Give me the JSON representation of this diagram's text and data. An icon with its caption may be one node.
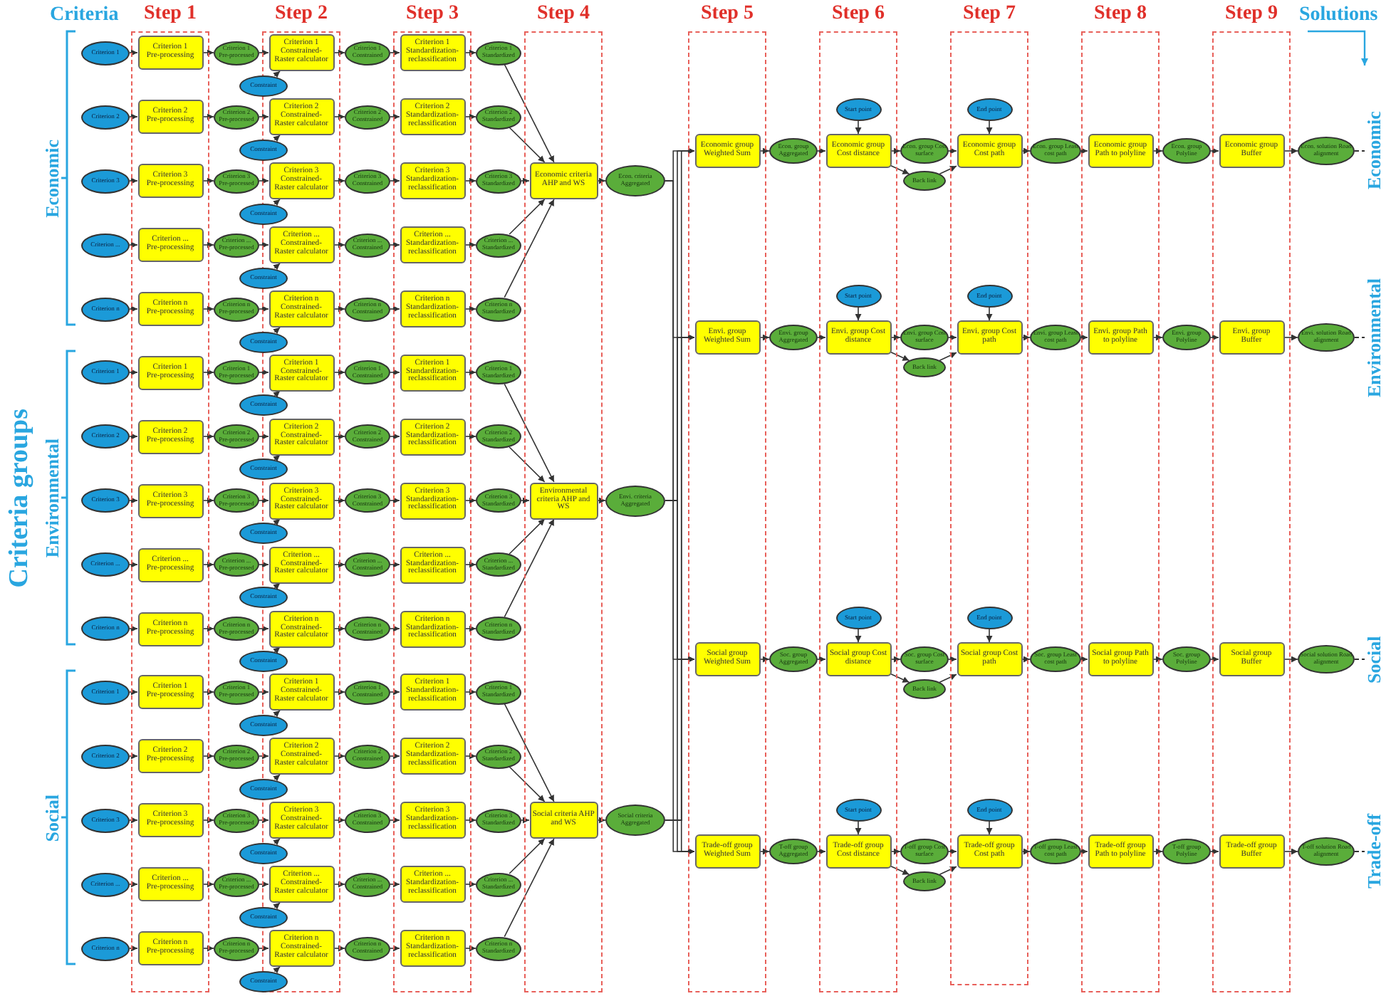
{
  "diagram": {
    "nodes": [
      {
        "text": [
          "Step 1"
        ]
      },
      {
        "text": [
          "Step 2"
        ]
      },
      {
        "text": [
          "Step 3"
        ]
      },
      {
        "text": [
          "Step 4"
        ]
      },
      {
        "text": [
          "Step 5"
        ]
      },
      {
        "text": [
          "Step 6"
        ]
      },
      {
        "text": [
          "Step 7"
        ]
      },
      {
        "text": [
          "Step 8"
        ]
      },
      {
        "text": [
          "Step 9"
        ]
      },
      {
        "text": [
          "Criterion 1"
        ]
      },
      {
        "text": [
          "Criterion 1 Pre-processing"
        ],
        "in": 0
      },
      {
        "text": [
          "Criterion 1 Pre-processed"
        ]
      },
      {
        "text": [
          "Constraint"
        ]
      },
      {
        "text": [
          "Criterion 1 Constrained- Raster calculator"
        ],
        "in": 1
      },
      {
        "text": [
          "Criterion 1 Constrained"
        ]
      },
      {
        "text": [
          "Criterion 1 Standardization- reclassification"
        ],
        "in": 2
      },
      {
        "text": [
          "Criterion 1 Standardized"
        ]
      },
      {
        "text": [
          "Criterion 2"
        ]
      },
      {
        "text": [
          "Criterion 2 Pre-processing"
        ],
        "in": 0
      },
      {
        "text": [
          "Criterion 2 Pre-processed"
        ]
      },
      {
        "text": [
          "Constraint"
        ]
      },
      {
        "text": [
          "Criterion 2 Constrained- Raster calculator"
        ],
        "in": 1
      },
      {
        "text": [
          "Criterion 2 Constrained"
        ]
      },
      {
        "text": [
          "Criterion 2 Standardization- reclassification"
        ],
        "in": 2
      },
      {
        "text": [
          "Criterion 2 Standardized"
        ]
      },
      {
        "text": [
          "Criterion 3"
        ]
      },
      {
        "text": [
          "Criterion 3 Pre-processing"
        ],
        "in": 0
      },
      {
        "text": [
          "Criterion 3 Pre-processed"
        ]
      },
      {
        "text": [
          "Constraint"
        ]
      },
      {
        "text": [
          "Criterion 3 Constrained- Raster calculator"
        ],
        "in": 1
      },
      {
        "text": [
          "Criterion 3 Constrained"
        ]
      },
      {
        "text": [
          "Criterion 3 Standardization- reclassification"
        ],
        "in": 2
      },
      {
        "text": [
          "Criterion 3 Standardized"
        ]
      },
      {
        "text": [
          "Criterion ..."
        ]
      },
      {
        "text": [
          "Criterion ... Pre-processing"
        ],
        "in": 0
      },
      {
        "text": [
          "Criterion ... Pre-processed"
        ]
      },
      {
        "text": [
          "Constraint"
        ]
      },
      {
        "text": [
          "Criterion ... Constrained- Raster calculator"
        ],
        "in": 1
      },
      {
        "text": [
          "Criterion ... Constrained"
        ]
      },
      {
        "text": [
          "Criterion ... Standardization- reclassification"
        ],
        "in": 2
      },
      {
        "text": [
          "Criterion ... Standardized"
        ]
      },
      {
        "text": [
          "Criterion n"
        ]
      },
      {
        "text": [
          "Criterion n Pre-processing"
        ],
        "in": 0
      },
      {
        "text": [
          "Criterion n Pre-processed"
        ]
      },
      {
        "text": [
          "Constraint"
        ]
      },
      {
        "text": [
          "Criterion n Constrained- Raster calculator"
        ],
        "in": 1
      },
      {
        "text": [
          "Criterion n Constrained"
        ]
      },
      {
        "text": [
          "Criterion n Standardization- reclassification"
        ],
        "in": 2
      },
      {
        "text": [
          "Criterion n Standardized"
        ]
      },
      {
        "text": [
          "Economic criteria AHP and WS"
        ],
        "in": 3
      },
      {
        "text": [
          "Econ. criteria Aggregated"
        ]
      },
      {
        "text": [
          "Criterion 1"
        ]
      },
      {
        "text": [
          "Criterion 1 Pre-processing"
        ],
        "in": 0
      },
      {
        "text": [
          "Criterion 1 Pre-processed"
        ]
      },
      {
        "text": [
          "Constraint"
        ]
      },
      {
        "text": [
          "Criterion 1 Constrained- Raster calculator"
        ],
        "in": 1
      },
      {
        "text": [
          "Criterion 1 Constrained"
        ]
      },
      {
        "text": [
          "Criterion 1 Standardization- reclassification"
        ],
        "in": 2
      },
      {
        "text": [
          "Criterion 1 Standardized"
        ]
      },
      {
        "text": [
          "Criterion 2"
        ]
      },
      {
        "text": [
          "Criterion 2 Pre-processing"
        ],
        "in": 0
      },
      {
        "text": [
          "Criterion 2 Pre-processed"
        ]
      },
      {
        "text": [
          "Constraint"
        ]
      },
      {
        "text": [
          "Criterion 2 Constrained- Raster calculator"
        ],
        "in": 1
      },
      {
        "text": [
          "Criterion 2 Constrained"
        ]
      },
      {
        "text": [
          "Criterion 2 Standardization- reclassification"
        ],
        "in": 2
      },
      {
        "text": [
          "Criterion 2 Standardized"
        ]
      },
      {
        "text": [
          "Criterion 3"
        ]
      },
      {
        "text": [
          "Criterion 3 Pre-processing"
        ],
        "in": 0
      },
      {
        "text": [
          "Criterion 3 Pre-processed"
        ]
      },
      {
        "text": [
          "Constraint"
        ]
      },
      {
        "text": [
          "Criterion 3 Constrained- Raster calculator"
        ],
        "in": 1
      },
      {
        "text": [
          "Criterion 3 Constrained"
        ]
      },
      {
        "text": [
          "Criterion 3 Standardization- reclassification"
        ],
        "in": 2
      },
      {
        "text": [
          "Criterion 3 Standardized"
        ]
      },
      {
        "text": [
          "Criterion ..."
        ]
      },
      {
        "text": [
          "Criterion ... Pre-processing"
        ],
        "in": 0
      },
      {
        "text": [
          "Criterion ... Pre-processed"
        ]
      },
      {
        "text": [
          "Constraint"
        ]
      },
      {
        "text": [
          "Criterion ... Constrained- Raster calculator"
        ],
        "in": 1
      },
      {
        "text": [
          "Criterion ... Constrained"
        ]
      },
      {
        "text": [
          "Criterion ... Standardization- reclassification"
        ],
        "in": 2
      },
      {
        "text": [
          "Criterion ... Standardized"
        ]
      },
      {
        "text": [
          "Criterion n"
        ]
      },
      {
        "text": [
          "Criterion n Pre-processing"
        ],
        "in": 0
      },
      {
        "text": [
          "Criterion n Pre-processed"
        ]
      },
      {
        "text": [
          "Constraint"
        ]
      },
      {
        "text": [
          "Criterion n Constrained- Raster calculator"
        ],
        "in": 1
      },
      {
        "text": [
          "Criterion n Constrained"
        ]
      },
      {
        "text": [
          "Criterion n Standardization- reclassification"
        ],
        "in": 2
      },
      {
        "text": [
          "Criterion n Standardized"
        ]
      },
      {
        "text": [
          "Environmental criteria AHP and WS"
        ],
        "in": 3
      },
      {
        "text": [
          "Envi. criteria Aggregated"
        ]
      },
      {
        "text": [
          "Criterion 1"
        ]
      },
      {
        "text": [
          "Criterion 1 Pre-processing"
        ],
        "in": 0
      },
      {
        "text": [
          "Criterion 1 Pre-processed"
        ]
      },
      {
        "text": [
          "Constraint"
        ]
      },
      {
        "text": [
          "Criterion 1 Constrained- Raster calculator"
        ],
        "in": 1
      },
      {
        "text": [
          "Criterion 1 Constrained"
        ]
      },
      {
        "text": [
          "Criterion 1 Standardization- reclassification"
        ],
        "in": 2
      },
      {
        "text": [
          "Criterion 1 Standardized"
        ]
      },
      {
        "text": [
          "Criterion 2"
        ]
      },
      {
        "text": [
          "Criterion 2 Pre-processing"
        ],
        "in": 0
      },
      {
        "text": [
          "Criterion 2 Pre-processed"
        ]
      },
      {
        "text": [
          "Constraint"
        ]
      },
      {
        "text": [
          "Criterion 2 Constrained- Raster calculator"
        ],
        "in": 1
      },
      {
        "text": [
          "Criterion 2 Constrained"
        ]
      },
      {
        "text": [
          "Criterion 2 Standardization- reclassification"
        ],
        "in": 2
      },
      {
        "text": [
          "Criterion 2 Standardized"
        ]
      },
      {
        "text": [
          "Criterion 3"
        ]
      },
      {
        "text": [
          "Criterion 3 Pre-processing"
        ],
        "in": 0
      },
      {
        "text": [
          "Criterion 3 Pre-processed"
        ]
      },
      {
        "text": [
          "Constraint"
        ]
      },
      {
        "text": [
          "Criterion 3 Constrained- Raster calculator"
        ],
        "in": 1
      },
      {
        "text": [
          "Criterion 3 Constrained"
        ]
      },
      {
        "text": [
          "Criterion 3 Standardization- reclassification"
        ],
        "in": 2
      },
      {
        "text": [
          "Criterion 3 Standardized"
        ]
      },
      {
        "text": [
          "Criterion ..."
        ]
      },
      {
        "text": [
          "Criterion ... Pre-processing"
        ],
        "in": 0
      },
      {
        "text": [
          "Criterion ... Pre-processed"
        ]
      },
      {
        "text": [
          "Constraint"
        ]
      },
      {
        "text": [
          "Criterion ... Constrained- Raster calculator"
        ],
        "in": 1
      },
      {
        "text": [
          "Criterion ... Constrained"
        ]
      },
      {
        "text": [
          "Criterion ... Standardization- reclassification"
        ],
        "in": 2
      },
      {
        "text": [
          "Criterion ... Standardized"
        ]
      },
      {
        "text": [
          "Criterion n"
        ]
      },
      {
        "text": [
          "Criterion n Pre-processing"
        ],
        "in": 0
      },
      {
        "text": [
          "Criterion n Pre-processed"
        ]
      },
      {
        "text": [
          "Constraint"
        ]
      },
      {
        "text": [
          "Criterion n Constrained- Raster calculator"
        ],
        "in": 1
      },
      {
        "text": [
          "Criterion n Constrained"
        ]
      },
      {
        "text": [
          "Criterion n Standardization- reclassification"
        ],
        "in": 2
      },
      {
        "text": [
          "Criterion n Standardized"
        ]
      },
      {
        "text": [
          "Social criteria AHP and WS"
        ],
        "in": 3
      },
      {
        "text": [
          "Social criteria Aggregated"
        ]
      },
      {
        "text": [
          "Economic group Weighted Sum"
        ],
        "in": 4
      },
      {
        "text": [
          "Econ. group Aggregated"
        ]
      },
      {
        "text": [
          "Start point"
        ],
        "in": 5
      },
      {
        "text": [
          "Economic group Cost distance"
        ],
        "in": 5
      },
      {
        "text": [
          "Econ. group Cost surface"
        ]
      },
      {
        "text": [
          "Back link"
        ]
      },
      {
        "text": [
          "End point"
        ],
        "in": 6
      },
      {
        "text": [
          "Economic group Cost path"
        ],
        "in": 6
      },
      {
        "text": [
          "Econ. group Least cost path"
        ]
      },
      {
        "text": [
          "Economic group Path to polyline"
        ],
        "in": 7
      },
      {
        "text": [
          "Econ. group Polyline"
        ]
      },
      {
        "text": [
          "Economic group Buffer"
        ],
        "in": 8
      },
      {
        "text": [
          "Econ. solution Road alignment"
        ]
      },
      {
        "text": [
          "Envi. group Weighted Sum"
        ],
        "in": 4
      },
      {
        "text": [
          "Envi. group Aggregated"
        ]
      },
      {
        "text": [
          "Start point"
        ],
        "in": 5
      },
      {
        "text": [
          "Envi. group Cost distance"
        ],
        "in": 5
      },
      {
        "text": [
          "Envi. group Cost surface"
        ]
      },
      {
        "text": [
          "Back link"
        ]
      },
      {
        "text": [
          "End point"
        ],
        "in": 6
      },
      {
        "text": [
          "Envi. group Cost path"
        ],
        "in": 6
      },
      {
        "text": [
          "Envi. group Least cost path"
        ]
      },
      {
        "text": [
          "Envi. group Path to polyline"
        ],
        "in": 7
      },
      {
        "text": [
          "Envi. group Polyline"
        ]
      },
      {
        "text": [
          "Envi. group Buffer"
        ],
        "in": 8
      },
      {
        "text": [
          "Envi. solution Road alignment"
        ]
      },
      {
        "text": [
          "Social group Weighted Sum"
        ],
        "in": 4
      },
      {
        "text": [
          "Soc. group Aggregated"
        ]
      },
      {
        "text": [
          "Start point"
        ],
        "in": 5
      },
      {
        "text": [
          "Social group Cost distance"
        ],
        "in": 5
      },
      {
        "text": [
          "Soc. group Cost surface"
        ]
      },
      {
        "text": [
          "Back link"
        ]
      },
      {
        "text": [
          "End point"
        ],
        "in": 6
      },
      {
        "text": [
          "Social group Cost path"
        ],
        "in": 6
      },
      {
        "text": [
          "Soc. group Least cost path"
        ]
      },
      {
        "text": [
          "Social group Path to polyline"
        ],
        "in": 7
      },
      {
        "text": [
          "Soc. group Polyline"
        ]
      },
      {
        "text": [
          "Social group Buffer"
        ],
        "in": 8
      },
      {
        "text": [
          "Social solution Road alignment"
        ]
      },
      {
        "text": [
          "Trade-off group Weighted Sum"
        ],
        "in": 4
      },
      {
        "text": [
          "T-off group Aggregated"
        ]
      },
      {
        "text": [
          "Start point"
        ],
        "in": 5
      },
      {
        "text": [
          "Trade-off group Cost distance"
        ],
        "in": 5
      },
      {
        "text": [
          "T-off group Cost surface"
        ]
      },
      {
        "text": [
          "Back link"
        ]
      },
      {
        "text": [
          "End point"
        ],
        "in": 6
      },
      {
        "text": [
          "Trade-off group Cost path"
        ],
        "in": 6
      },
      {
        "text": [
          "T-off group Least cost path"
        ]
      },
      {
        "text": [
          "Trade-off group Path to polyline"
        ],
        "in": 7
      },
      {
        "text": [
          "T-off group Polyline"
        ]
      },
      {
        "text": [
          "Trade-off group Buffer"
        ],
        "in": 8
      },
      {
        "text": [
          "T-off solution Road alignment"
        ]
      },
      {
        "text": [
          "Economic"
        ]
      },
      {
        "text": [
          "Environmental"
        ]
      },
      {
        "text": [
          "Social"
        ]
      },
      {
        "text": [
          "Trade-off"
        ]
      }
    ],
    "edges": [
      {
        "from": 9,
        "to": 10,
        "arrow": "to"
      },
      {
        "from": 10,
        "to": 11,
        "arrow": "to"
      },
      {
        "from": 11,
        "to": 13,
        "arrow": "to"
      },
      {
        "from": 12,
        "to": 13,
        "arrow": "to"
      },
      {
        "from": 13,
        "to": 14,
        "arrow": "to"
      },
      {
        "from": 14,
        "to": 15,
        "arrow": "to"
      },
      {
        "from": 15,
        "to": 16,
        "arrow": "to"
      },
      {
        "from": 16,
        "to": 49,
        "arrow": "to"
      },
      {
        "from": 17,
        "to": 18,
        "arrow": "to"
      },
      {
        "from": 18,
        "to": 19,
        "arrow": "to"
      },
      {
        "from": 19,
        "to": 21,
        "arrow": "to"
      },
      {
        "from": 20,
        "to": 21,
        "arrow": "to"
      },
      {
        "from": 21,
        "to": 22,
        "arrow": "to"
      },
      {
        "from": 22,
        "to": 23,
        "arrow": "to"
      },
      {
        "from": 23,
        "to": 24,
        "arrow": "to"
      },
      {
        "from": 24,
        "to": 49,
        "arrow": "to"
      },
      {
        "from": 25,
        "to": 26,
        "arrow": "to"
      },
      {
        "from": 26,
        "to": 27,
        "arrow": "to"
      },
      {
        "from": 27,
        "to": 29,
        "arrow": "to"
      },
      {
        "from": 28,
        "to": 29,
        "arrow": "to"
      },
      {
        "from": 29,
        "to": 30,
        "arrow": "to"
      },
      {
        "from": 30,
        "to": 31,
        "arrow": "to"
      },
      {
        "from": 31,
        "to": 32,
        "arrow": "to"
      },
      {
        "from": 32,
        "to": 49,
        "arrow": "to"
      },
      {
        "from": 33,
        "to": 34,
        "arrow": "to"
      },
      {
        "from": 34,
        "to": 35,
        "arrow": "to"
      },
      {
        "from": 35,
        "to": 37,
        "arrow": "to"
      },
      {
        "from": 36,
        "to": 37,
        "arrow": "to"
      },
      {
        "from": 37,
        "to": 38,
        "arrow": "to"
      },
      {
        "from": 38,
        "to": 39,
        "arrow": "to"
      },
      {
        "from": 39,
        "to": 40,
        "arrow": "to"
      },
      {
        "from": 40,
        "to": 49,
        "arrow": "to"
      },
      {
        "from": 41,
        "to": 42,
        "arrow": "to"
      },
      {
        "from": 42,
        "to": 43,
        "arrow": "to"
      },
      {
        "from": 43,
        "to": 45,
        "arrow": "to"
      },
      {
        "from": 44,
        "to": 45,
        "arrow": "to"
      },
      {
        "from": 45,
        "to": 46,
        "arrow": "to"
      },
      {
        "from": 46,
        "to": 47,
        "arrow": "to"
      },
      {
        "from": 47,
        "to": 48,
        "arrow": "to"
      },
      {
        "from": 48,
        "to": 49,
        "arrow": "to"
      },
      {
        "from": 49,
        "to": 50,
        "arrow": "to"
      },
      {
        "from": 51,
        "to": 52,
        "arrow": "to"
      },
      {
        "from": 52,
        "to": 53,
        "arrow": "to"
      },
      {
        "from": 53,
        "to": 55,
        "arrow": "to"
      },
      {
        "from": 54,
        "to": 55,
        "arrow": "to"
      },
      {
        "from": 55,
        "to": 56,
        "arrow": "to"
      },
      {
        "from": 56,
        "to": 57,
        "arrow": "to"
      },
      {
        "from": 57,
        "to": 58,
        "arrow": "to"
      },
      {
        "from": 58,
        "to": 91,
        "arrow": "to"
      },
      {
        "from": 59,
        "to": 60,
        "arrow": "to"
      },
      {
        "from": 60,
        "to": 61,
        "arrow": "to"
      },
      {
        "from": 61,
        "to": 63,
        "arrow": "to"
      },
      {
        "from": 62,
        "to": 63,
        "arrow": "to"
      },
      {
        "from": 63,
        "to": 64,
        "arrow": "to"
      },
      {
        "from": 64,
        "to": 65,
        "arrow": "to"
      },
      {
        "from": 65,
        "to": 66,
        "arrow": "to"
      },
      {
        "from": 66,
        "to": 91,
        "arrow": "to"
      },
      {
        "from": 67,
        "to": 68,
        "arrow": "to"
      },
      {
        "from": 68,
        "to": 69,
        "arrow": "to"
      },
      {
        "from": 69,
        "to": 71,
        "arrow": "to"
      },
      {
        "from": 70,
        "to": 71,
        "arrow": "to"
      },
      {
        "from": 71,
        "to": 72,
        "arrow": "to"
      },
      {
        "from": 72,
        "to": 73,
        "arrow": "to"
      },
      {
        "from": 73,
        "to": 74,
        "arrow": "to"
      },
      {
        "from": 74,
        "to": 91,
        "arrow": "to"
      },
      {
        "from": 75,
        "to": 76,
        "arrow": "to"
      },
      {
        "from": 76,
        "to": 77,
        "arrow": "to"
      },
      {
        "from": 77,
        "to": 79,
        "arrow": "to"
      },
      {
        "from": 78,
        "to": 79,
        "arrow": "to"
      },
      {
        "from": 79,
        "to": 80,
        "arrow": "to"
      },
      {
        "from": 80,
        "to": 81,
        "arrow": "to"
      },
      {
        "from": 81,
        "to": 82,
        "arrow": "to"
      },
      {
        "from": 82,
        "to": 91,
        "arrow": "to"
      },
      {
        "from": 83,
        "to": 84,
        "arrow": "to"
      },
      {
        "from": 84,
        "to": 85,
        "arrow": "to"
      },
      {
        "from": 85,
        "to": 87,
        "arrow": "to"
      },
      {
        "from": 86,
        "to": 87,
        "arrow": "to"
      },
      {
        "from": 87,
        "to": 88,
        "arrow": "to"
      },
      {
        "from": 88,
        "to": 89,
        "arrow": "to"
      },
      {
        "from": 89,
        "to": 90,
        "arrow": "to"
      },
      {
        "from": 90,
        "to": 91,
        "arrow": "to"
      },
      {
        "from": 91,
        "to": 92,
        "arrow": "to"
      },
      {
        "from": 93,
        "to": 94,
        "arrow": "to"
      },
      {
        "from": 94,
        "to": 95,
        "arrow": "to"
      },
      {
        "from": 95,
        "to": 97,
        "arrow": "to"
      },
      {
        "from": 96,
        "to": 97,
        "arrow": "to"
      },
      {
        "from": 97,
        "to": 98,
        "arrow": "to"
      },
      {
        "from": 98,
        "to": 99,
        "arrow": "to"
      },
      {
        "from": 99,
        "to": 100,
        "arrow": "to"
      },
      {
        "from": 100,
        "to": 133,
        "arrow": "to"
      },
      {
        "from": 101,
        "to": 102,
        "arrow": "to"
      },
      {
        "from": 102,
        "to": 103,
        "arrow": "to"
      },
      {
        "from": 103,
        "to": 105,
        "arrow": "to"
      },
      {
        "from": 104,
        "to": 105,
        "arrow": "to"
      },
      {
        "from": 105,
        "to": 106,
        "arrow": "to"
      },
      {
        "from": 106,
        "to": 107,
        "arrow": "to"
      },
      {
        "from": 107,
        "to": 108,
        "arrow": "to"
      },
      {
        "from": 108,
        "to": 133,
        "arrow": "to"
      },
      {
        "from": 109,
        "to": 110,
        "arrow": "to"
      },
      {
        "from": 110,
        "to": 111,
        "arrow": "to"
      },
      {
        "from": 111,
        "to": 113,
        "arrow": "to"
      },
      {
        "from": 112,
        "to": 113,
        "arrow": "to"
      },
      {
        "from": 113,
        "to": 114,
        "arrow": "to"
      },
      {
        "from": 114,
        "to": 115,
        "arrow": "to"
      },
      {
        "from": 115,
        "to": 116,
        "arrow": "to"
      },
      {
        "from": 116,
        "to": 133,
        "arrow": "to"
      },
      {
        "from": 117,
        "to": 118,
        "arrow": "to"
      },
      {
        "from": 118,
        "to": 119,
        "arrow": "to"
      },
      {
        "from": 119,
        "to": 121,
        "arrow": "to"
      },
      {
        "from": 120,
        "to": 121,
        "arrow": "to"
      },
      {
        "from": 121,
        "to": 122,
        "arrow": "to"
      },
      {
        "from": 122,
        "to": 123,
        "arrow": "to"
      },
      {
        "from": 123,
        "to": 124,
        "arrow": "to"
      },
      {
        "from": 124,
        "to": 133,
        "arrow": "to"
      },
      {
        "from": 125,
        "to": 126,
        "arrow": "to"
      },
      {
        "from": 126,
        "to": 127,
        "arrow": "to"
      },
      {
        "from": 127,
        "to": 129,
        "arrow": "to"
      },
      {
        "from": 128,
        "to": 129,
        "arrow": "to"
      },
      {
        "from": 129,
        "to": 130,
        "arrow": "to"
      },
      {
        "from": 130,
        "to": 131,
        "arrow": "to"
      },
      {
        "from": 131,
        "to": 132,
        "arrow": "to"
      },
      {
        "from": 132,
        "to": 133,
        "arrow": "to"
      },
      {
        "from": 133,
        "to": 134,
        "arrow": "to"
      },
      {
        "from": 50,
        "to": 135,
        "arrow": "to"
      },
      {
        "from": 50,
        "to": 148,
        "arrow": "to"
      },
      {
        "from": 50,
        "to": 161,
        "arrow": "to"
      },
      {
        "from": 50,
        "to": 174,
        "arrow": "to"
      },
      {
        "from": 92,
        "to": 135,
        "arrow": "to"
      },
      {
        "from": 92,
        "to": 148,
        "arrow": "to"
      },
      {
        "from": 92,
        "to": 161,
        "arrow": "to"
      },
      {
        "from": 92,
        "to": 174,
        "arrow": "to"
      },
      {
        "from": 134,
        "to": 135,
        "arrow": "to"
      },
      {
        "from": 134,
        "to": 148,
        "arrow": "to"
      },
      {
        "from": 134,
        "to": 161,
        "arrow": "to"
      },
      {
        "from": 134,
        "to": 174,
        "arrow": "to"
      },
      {
        "from": 135,
        "to": 136,
        "arrow": "to"
      },
      {
        "from": 136,
        "to": 138,
        "arrow": "to"
      },
      {
        "from": 137,
        "to": 138,
        "arrow": "to"
      },
      {
        "from": 138,
        "to": 139,
        "arrow": "to"
      },
      {
        "from": 138,
        "to": 140,
        "arrow": "to"
      },
      {
        "from": 139,
        "to": 142,
        "arrow": "to"
      },
      {
        "from": 140,
        "to": 142,
        "arrow": "to"
      },
      {
        "from": 141,
        "to": 142,
        "arrow": "to"
      },
      {
        "from": 142,
        "to": 143,
        "arrow": "to"
      },
      {
        "from": 143,
        "to": 144,
        "arrow": "to"
      },
      {
        "from": 144,
        "to": 145,
        "arrow": "to"
      },
      {
        "from": 145,
        "to": 146,
        "arrow": "to"
      },
      {
        "from": 146,
        "to": 147,
        "arrow": "to"
      },
      {
        "from": 148,
        "to": 149,
        "arrow": "to"
      },
      {
        "from": 149,
        "to": 151,
        "arrow": "to"
      },
      {
        "from": 150,
        "to": 151,
        "arrow": "to"
      },
      {
        "from": 151,
        "to": 152,
        "arrow": "to"
      },
      {
        "from": 151,
        "to": 153,
        "arrow": "to"
      },
      {
        "from": 152,
        "to": 155,
        "arrow": "to"
      },
      {
        "from": 153,
        "to": 155,
        "arrow": "to"
      },
      {
        "from": 154,
        "to": 155,
        "arrow": "to"
      },
      {
        "from": 155,
        "to": 156,
        "arrow": "to"
      },
      {
        "from": 156,
        "to": 157,
        "arrow": "to"
      },
      {
        "from": 157,
        "to": 158,
        "arrow": "to"
      },
      {
        "from": 158,
        "to": 159,
        "arrow": "to"
      },
      {
        "from": 159,
        "to": 160,
        "arrow": "to"
      },
      {
        "from": 161,
        "to": 162,
        "arrow": "to"
      },
      {
        "from": 162,
        "to": 164,
        "arrow": "to"
      },
      {
        "from": 163,
        "to": 164,
        "arrow": "to"
      },
      {
        "from": 164,
        "to": 165,
        "arrow": "to"
      },
      {
        "from": 164,
        "to": 166,
        "arrow": "to"
      },
      {
        "from": 165,
        "to": 168,
        "arrow": "to"
      },
      {
        "from": 166,
        "to": 168,
        "arrow": "to"
      },
      {
        "from": 167,
        "to": 168,
        "arrow": "to"
      },
      {
        "from": 168,
        "to": 169,
        "arrow": "to"
      },
      {
        "from": 169,
        "to": 170,
        "arrow": "to"
      },
      {
        "from": 170,
        "to": 171,
        "arrow": "to"
      },
      {
        "from": 171,
        "to": 172,
        "arrow": "to"
      },
      {
        "from": 172,
        "to": 173,
        "arrow": "to"
      },
      {
        "from": 174,
        "to": 175,
        "arrow": "to"
      },
      {
        "from": 175,
        "to": 177,
        "arrow": "to"
      },
      {
        "from": 176,
        "to": 177,
        "arrow": "to"
      },
      {
        "from": 177,
        "to": 178,
        "arrow": "to"
      },
      {
        "from": 177,
        "to": 179,
        "arrow": "to"
      },
      {
        "from": 178,
        "to": 181,
        "arrow": "to"
      },
      {
        "from": 179,
        "to": 181,
        "arrow": "to"
      },
      {
        "from": 180,
        "to": 181,
        "arrow": "to"
      },
      {
        "from": 181,
        "to": 182,
        "arrow": "to"
      },
      {
        "from": 182,
        "to": 183,
        "arrow": "to"
      },
      {
        "from": 183,
        "to": 184,
        "arrow": "to"
      },
      {
        "from": 184,
        "to": 185,
        "arrow": "to"
      },
      {
        "from": 185,
        "to": 186,
        "arrow": "to"
      },
      {
        "from": 147,
        "to": 187,
        "arrow": "none",
        "style": "dashed"
      },
      {
        "from": 160,
        "to": 188,
        "arrow": "none",
        "style": "dashed"
      },
      {
        "from": 173,
        "to": 189,
        "arrow": "none",
        "style": "dashed"
      },
      {
        "from": 186,
        "to": 190,
        "arrow": "none",
        "style": "dashed"
      }
    ],
    "labels": [
      "Criteria",
      "Economic",
      "Environmental",
      "Social",
      "Criteria groups",
      "Solutions"
    ]
  }
}
